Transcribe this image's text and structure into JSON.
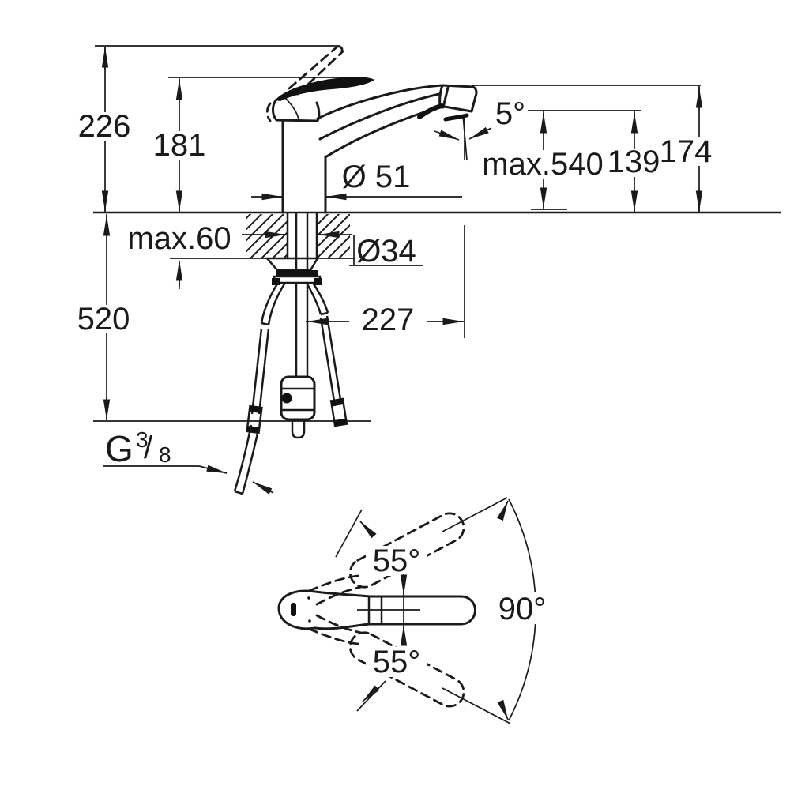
{
  "side_view": {
    "overall_height": "226",
    "spout_top_height": "181",
    "spray_angle": "5°",
    "pullout_hose_length": "max.540",
    "outlet_height": "139",
    "head_top_height": "174",
    "body_diameter": "Ø 51",
    "counter_thickness": "max.60",
    "hole_diameter": "Ø34",
    "below_counter_length": "520",
    "spout_reach": "227",
    "thread": {
      "letter": "G",
      "numerator": "3",
      "slash": "/",
      "denominator": "8"
    }
  },
  "top_view": {
    "swing_upper": "55°",
    "swing_lower": "55°",
    "swing_total": "90°"
  },
  "colors": {
    "line": "#1a1a1a",
    "background": "#ffffff"
  }
}
